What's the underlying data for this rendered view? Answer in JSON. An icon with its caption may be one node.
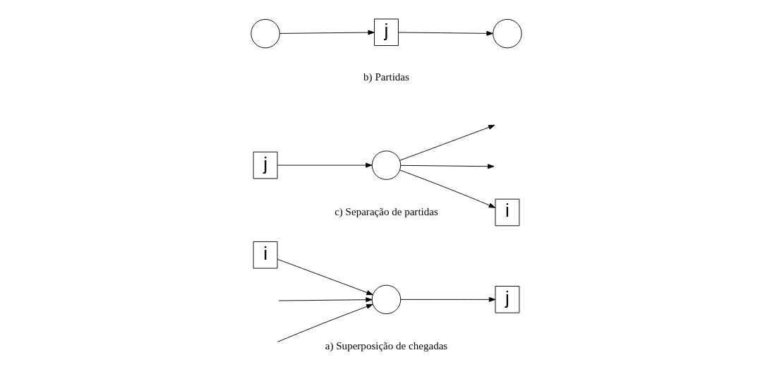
{
  "diagram": {
    "nodes": [
      {
        "text": [
          "i"
        ]
      },
      {
        "text": [],
        "shape": "circle"
      },
      {
        "text": [
          "j"
        ]
      },
      {
        "text": [
          "j"
        ]
      },
      {
        "text": [],
        "shape": "circle"
      },
      {
        "text": [
          "i"
        ]
      },
      {
        "text": [],
        "shape": "circle"
      },
      {
        "text": [
          "j"
        ]
      },
      {
        "text": [],
        "shape": "circle"
      }
    ],
    "edges": [
      {
        "from": 0,
        "to": 1,
        "arrow": "to"
      },
      {
        "from": null,
        "to": 1,
        "arrow": "to"
      },
      {
        "from": null,
        "to": 1,
        "arrow": "to"
      },
      {
        "from": 1,
        "to": 2,
        "arrow": "to"
      },
      {
        "from": 3,
        "to": 4,
        "arrow": "to"
      },
      {
        "from": 4,
        "to": 5,
        "arrow": "to"
      },
      {
        "from": 4,
        "to": null,
        "arrow": "to"
      },
      {
        "from": 4,
        "to": null,
        "arrow": "to"
      },
      {
        "from": 6,
        "to": 7,
        "arrow": "to"
      },
      {
        "from": 7,
        "to": 8,
        "arrow": "to"
      }
    ],
    "labels": [
      "a) Superposição de chegadas",
      "c) Separação de partidas",
      "b) Partidas"
    ]
  }
}
